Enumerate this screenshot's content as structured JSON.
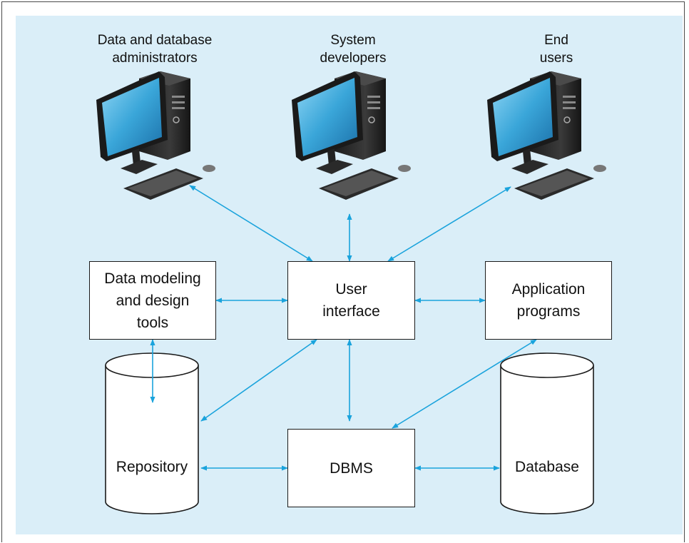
{
  "roles": [
    {
      "id": "dba",
      "line1": "Data and database",
      "line2": "administrators"
    },
    {
      "id": "dev",
      "line1": "System",
      "line2": "developers"
    },
    {
      "id": "end",
      "line1": "End",
      "line2": "users"
    }
  ],
  "components": {
    "modeling": {
      "line1": "Data modeling",
      "line2": "and design",
      "line3": "tools"
    },
    "ui": {
      "line1": "User",
      "line2": "interface"
    },
    "apps": {
      "line1": "Application",
      "line2": "programs"
    },
    "dbms": {
      "label": "DBMS"
    },
    "repository": {
      "label": "Repository"
    },
    "database": {
      "label": "Database"
    }
  },
  "colors": {
    "panel": "#daeef8",
    "arrow": "#1aa3dc",
    "screen": "#3aa6d9",
    "tower": "#2b2b2b",
    "frame": "#4a4a4a"
  },
  "icons": [
    "computer-icon"
  ]
}
